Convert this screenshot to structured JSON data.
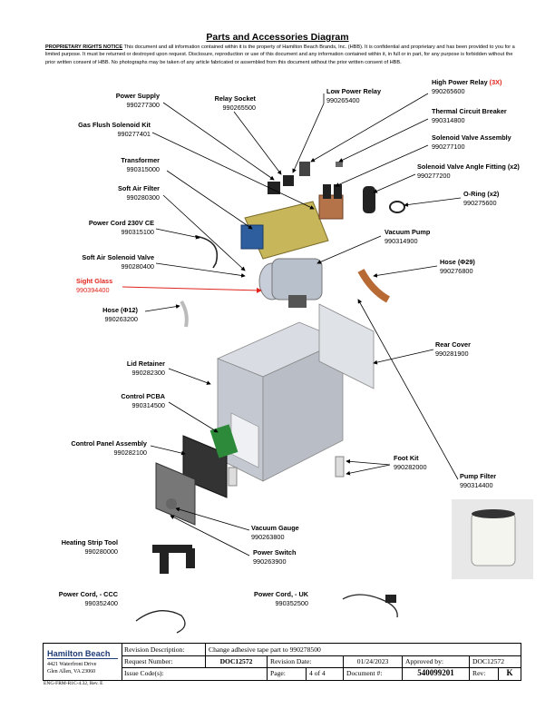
{
  "title": "Parts and Accessories Diagram",
  "notice": {
    "heading": "PROPRIETARY RIGHTS NOTICE",
    "text": "This document and all information contained within it is the property of Hamilton Beach Brands, Inc. (HBB). It is confidential and proprietary and has been provided to you for a limited purpose. It must be returned or destroyed upon request. Disclosure, reproduction or use of this document and any information contained within it, in full or in part, for any purpose is forbidden without the prior written consent of HBB. No photographs may be taken of any article fabricated or assembled from this document without the prior written consent of HBB."
  },
  "parts": {
    "power_supply": {
      "name": "Power Supply",
      "pn": "990277300"
    },
    "relay_socket": {
      "name": "Relay Socket",
      "pn": "990265500"
    },
    "low_power_relay": {
      "name": "Low Power Relay",
      "pn": "990265400"
    },
    "high_power_relay": {
      "name": "High Power Relay",
      "qty": "(3X)",
      "pn": "990265600"
    },
    "thermal_breaker": {
      "name": "Thermal Circuit Breaker",
      "pn": "990314800"
    },
    "gas_flush_valve": {
      "name": "Gas Flush Solenoid Kit",
      "pn": "990277401"
    },
    "solenoid_valve_assembly": {
      "name": "Solenoid Valve Assembly",
      "pn": "990277100"
    },
    "transformer": {
      "name": "Transformer",
      "pn": "990315000"
    },
    "angle_fitting": {
      "name": "Solenoid Valve Angle Fitting (x2)",
      "pn": "990277200"
    },
    "soft_air_filter": {
      "name": "Soft Air Filter",
      "pn": "990280300"
    },
    "o_ring": {
      "name": "O-Ring (x2)",
      "pn": "990275600"
    },
    "power_cord_ce": {
      "name": "Power Cord 230V  CE",
      "pn": "990315100"
    },
    "vacuum_pump": {
      "name": "Vacuum Pump",
      "pn": "990314900"
    },
    "soft_air_valve": {
      "name": "Soft Air Solenoid Valve",
      "pn": "990280400"
    },
    "hose_29": {
      "name": "Hose (Φ29)",
      "pn": "990276800"
    },
    "sight_glass": {
      "name": "Sight Glass",
      "pn": "990394400"
    },
    "hose_12": {
      "name": "Hose (Φ12)",
      "pn": "990263200"
    },
    "rear_cover": {
      "name": "Rear Cover",
      "pn": "990281900"
    },
    "lid_retainer": {
      "name": "Lid Retainer",
      "pn": "990282300"
    },
    "control_pcba": {
      "name": "Control PCBA",
      "pn": "990314500"
    },
    "control_panel": {
      "name": "Control Panel Assembly",
      "pn": "990282100"
    },
    "foot_kit": {
      "name": "Foot Kit",
      "pn": "990282000"
    },
    "pump_filter": {
      "name": "Pump Filter",
      "pn": "990314400"
    },
    "vacuum_gauge": {
      "name": "Vacuum Gauge",
      "pn": "990263800"
    },
    "heating_tool": {
      "name": "Heating Strip Tool",
      "pn": "990280000"
    },
    "power_switch": {
      "name": "Power Switch",
      "pn": "990263900"
    },
    "power_cord_ccc": {
      "name": "Power Cord, - CCC",
      "pn": "990352400"
    },
    "power_cord_uk": {
      "name": "Power Cord, - UK",
      "pn": "990352500"
    }
  },
  "footer": {
    "logo": "Hamilton Beach",
    "address1": "4421 Waterfront Drive",
    "address2": "Glen Allen, VA  23060",
    "revision_description_label": "Revision Description:",
    "revision_description": "Change adhesive tape part to 990278500",
    "request_number_label": "Request Number:",
    "request_number": "DOC12572",
    "revision_date_label": "Revision Date:",
    "revision_date": "01/24/2023",
    "approved_by_label": "Approved by:",
    "approved_by": "DOC12572",
    "issue_code_label": "Issue Code(s):",
    "issue_code": "",
    "page_label": "Page:",
    "page": "4 of 4",
    "document_label": "Document #:",
    "document_number": "540099201",
    "rev_label": "Rev:",
    "rev": "K"
  },
  "form_id": "ENG-FRM-R1C-4.32, Rev. E",
  "colors": {
    "sight_glass_red": "#e0241b",
    "logo_blue": "#1e3c78"
  }
}
